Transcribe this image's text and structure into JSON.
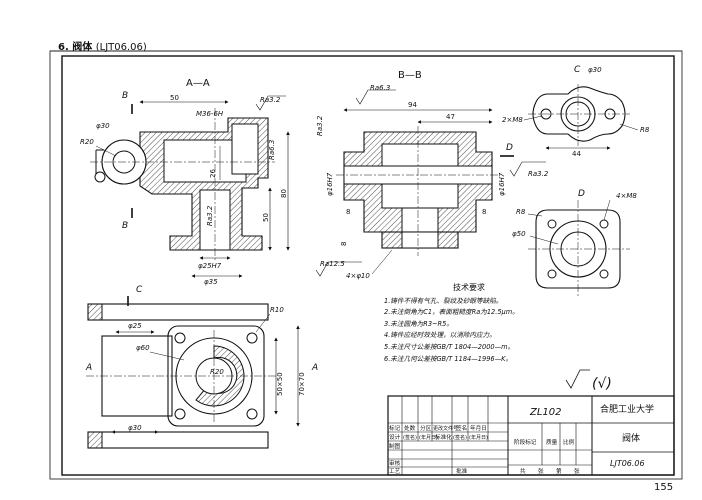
{
  "header": {
    "title": "6. 阀体",
    "code": "(LJT06.06)"
  },
  "page_number": "155",
  "views": {
    "section_aa": "A—A",
    "section_bb": "B—B",
    "view_c": "C",
    "view_d": "D",
    "cut_b": "B",
    "cut_c": "C",
    "cut_a": "A",
    "cut_d": "D"
  },
  "dims": {
    "aa_50": "50",
    "aa_m36": "M36-6H",
    "aa_ra32_top": "Ra3.2",
    "aa_phi30": "φ30",
    "aa_r20": "R20",
    "aa_ra63": "Ra6.3",
    "aa_26": "26",
    "aa_80": "80",
    "aa_50v": "50",
    "aa_ra32_in": "Ra3.2",
    "aa_phi25h7": "φ25H7",
    "aa_phi35": "φ35",
    "bb_ra63": "Ra6.3",
    "bb_94": "94",
    "bb_47": "47",
    "bb_ra32_left": "Ra3.2",
    "bb_phi16_l": "φ16H7",
    "bb_phi16_r": "φ16H7",
    "bb_ra32_right": "Ra3.2",
    "bb_8a": "8",
    "bb_8b": "8",
    "bb_8c": "8",
    "bb_ra125": "Ra12.5",
    "bb_4x10": "4×φ10",
    "c_phi30": "φ30",
    "c_2m8": "2×M8",
    "c_44": "44",
    "c_r8": "R8",
    "d_4m8": "4×M8",
    "d_r8": "R8",
    "d_phi50": "φ50",
    "top_phi25": "φ25",
    "top_r10": "R10",
    "top_phi60": "φ60",
    "top_r20": "R20",
    "top_50x50": "50×50",
    "top_70x70": "70×70",
    "top_phi30": "φ30"
  },
  "requirements": {
    "title": "技术要求",
    "items": [
      "1.铸件不得有气孔、裂纹及砂眼等缺陷。",
      "2.未注倒角为C1，表面粗糙度Ra为12.5μm。",
      "3.未注圆角为R3~R5。",
      "4.铸件应经时效处理，以消除内应力。",
      "5.未注尺寸公差按GB/T 1804—2000—m。",
      "6.未注几何公差按GB/T 1184—1996—K。"
    ]
  },
  "rough_symbol": "(√)",
  "title_block": {
    "drawing_no": "ZL102",
    "school": "合肥工业大学",
    "part_name": "阀体",
    "code": "LJT06.06",
    "row1": [
      "标记",
      "处数",
      "分区",
      "更改文件号",
      "签名",
      "年月日"
    ],
    "row2": [
      "设计",
      "(签名)",
      "(年月日)",
      "标准化",
      "(签名)",
      "(年月日)"
    ],
    "left_rows": [
      "制图",
      "审核",
      "工艺"
    ],
    "approve": "批准",
    "stage": "阶段标记",
    "weight": "质量",
    "scale": "比例",
    "sheets": [
      "共",
      "张",
      "第",
      "张"
    ]
  },
  "colors": {
    "hatch": "#222222",
    "line": "#111111"
  }
}
